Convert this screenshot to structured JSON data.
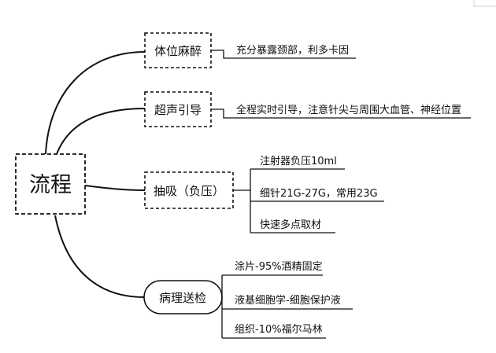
{
  "root": {
    "label": "流程"
  },
  "branches": [
    {
      "label": "体位麻醉",
      "items": [
        "充分暴露颈部，利多卡因"
      ]
    },
    {
      "label": "超声引导",
      "items": [
        "全程实时引导，注意针尖与周围大血管、神经位置"
      ]
    },
    {
      "label": "抽吸（负压）",
      "items": [
        "注射器负压10ml",
        "细针21G-27G，常用23G",
        "快速多点取材"
      ]
    },
    {
      "label": "病理送检",
      "items": [
        "涂片-95%酒精固定",
        "液基细胞学-细胞保护液",
        "组织-10%福尔马林"
      ]
    }
  ]
}
